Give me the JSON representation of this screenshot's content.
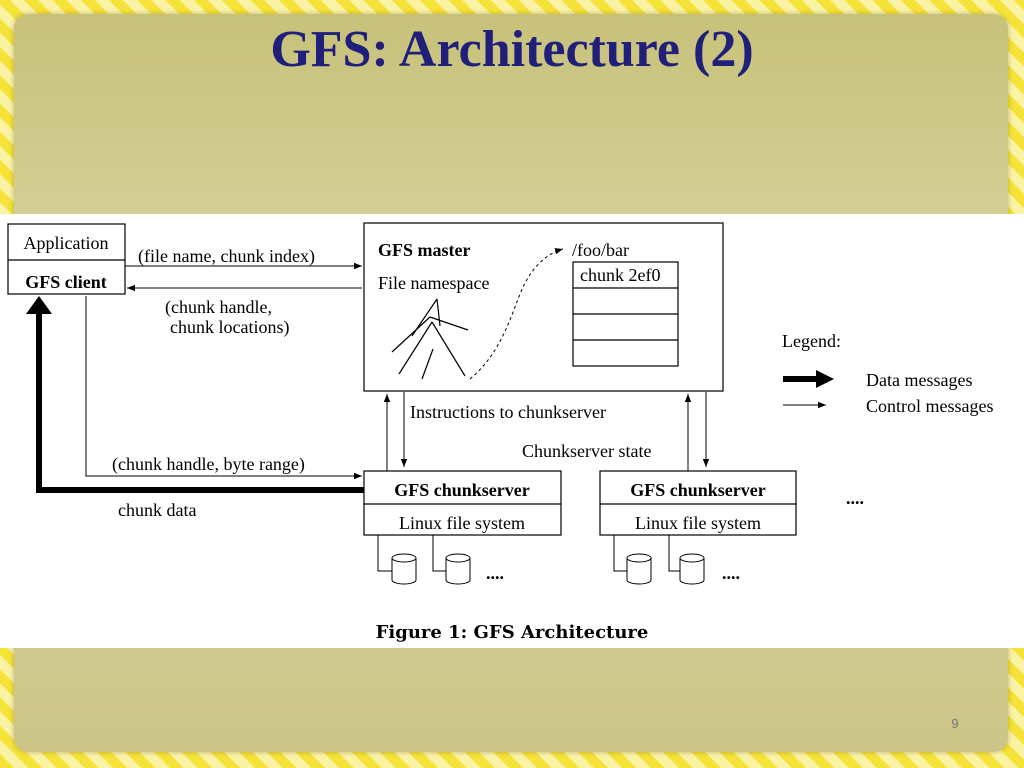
{
  "slide": {
    "title": "GFS: Architecture (2)",
    "page_number": "9"
  },
  "diagram": {
    "application": "Application",
    "gfs_client": "GFS client",
    "request_label": "(file name, chunk index)",
    "reply_label_line1": "(chunk handle,",
    "reply_label_line2": "chunk locations)",
    "gfs_master": "GFS master",
    "file_namespace": "File namespace",
    "path": "/foo/bar",
    "chunk_id": "chunk 2ef0",
    "instructions": "Instructions to chunkserver",
    "chunkserver_state": "Chunkserver state",
    "byte_range_label": "(chunk handle, byte range)",
    "chunk_data": "chunk data",
    "chunkserver_1": "GFS chunkserver",
    "chunkserver_2": "GFS chunkserver",
    "linux_fs_1": "Linux file system",
    "linux_fs_2": "Linux file system",
    "ellipsis_1": "....",
    "ellipsis_2": "....",
    "ellipsis_servers": "....",
    "legend_title": "Legend:",
    "legend_data": "Data messages",
    "legend_control": "Control messages",
    "caption": "Figure 1:  GFS Architecture"
  }
}
